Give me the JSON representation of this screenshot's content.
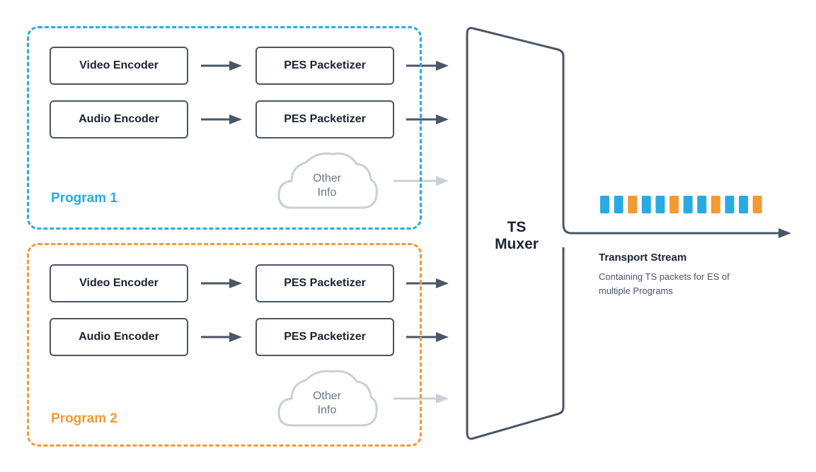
{
  "colors": {
    "program1": "#29abe2",
    "program2": "#f39a33",
    "box_border": "#4a5568",
    "arrow_dark": "#4a5568",
    "arrow_light": "#c9cfd6",
    "cloud_stroke": "#c9cfd6"
  },
  "programs": [
    {
      "label": "Program 1",
      "video_encoder": "Video Encoder",
      "audio_encoder": "Audio Encoder",
      "packetizer_video": "PES Packetizer",
      "packetizer_audio": "PES Packetizer",
      "other_info": [
        "Other",
        "Info"
      ]
    },
    {
      "label": "Program 2",
      "video_encoder": "Video Encoder",
      "audio_encoder": "Audio Encoder",
      "packetizer_video": "PES Packetizer",
      "packetizer_audio": "PES Packetizer",
      "other_info": [
        "Other",
        "Info"
      ]
    }
  ],
  "muxer": {
    "line1": "TS",
    "line2": "Muxer"
  },
  "transport_stream": {
    "title": "Transport Stream",
    "description": "Containing TS packets for ES of multiple Programs",
    "packets": [
      "blue",
      "blue",
      "orange",
      "blue",
      "blue",
      "orange",
      "blue",
      "blue",
      "orange",
      "blue",
      "blue",
      "orange"
    ]
  }
}
